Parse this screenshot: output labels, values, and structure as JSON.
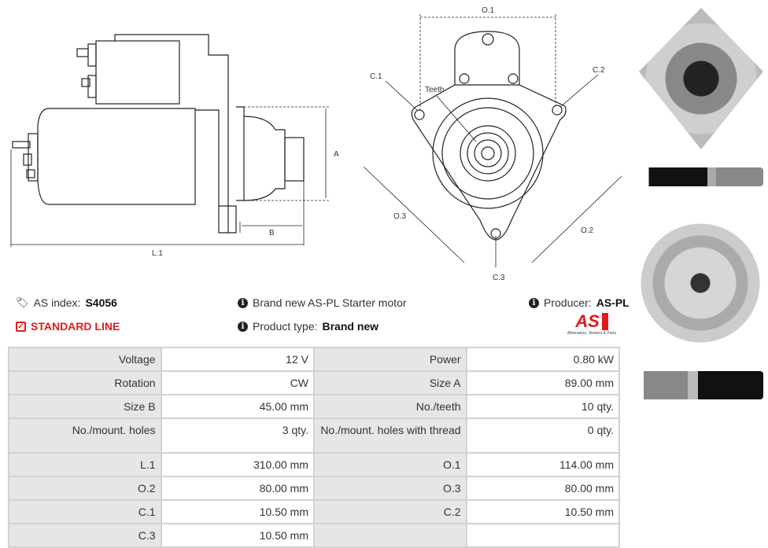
{
  "drawing": {
    "side_labels": {
      "A": "A",
      "B": "B",
      "L1": "L.1"
    },
    "front_labels": {
      "O1": "O.1",
      "O2": "O.2",
      "O3": "O.3",
      "C1": "C.1",
      "C2": "C.2",
      "C3": "C.3",
      "teeth": "Teeth"
    }
  },
  "info": {
    "index_label": "AS index:",
    "index_value": "S4056",
    "line": "STANDARD LINE",
    "description": "Brand new AS-PL Starter motor",
    "type_label": "Product type:",
    "type_value": "Brand new",
    "producer_label": "Producer:",
    "producer_value": "AS-PL",
    "logo_text": "AS",
    "logo_tagline": "Alternators, Starters & Parts"
  },
  "colors": {
    "accent": "#e3191b",
    "label_bg": "#e6e6e6"
  },
  "specs": [
    [
      {
        "l": "Voltage",
        "v": "12 V"
      },
      {
        "l": "Power",
        "v": "0.80 kW"
      }
    ],
    [
      {
        "l": "Rotation",
        "v": "CW"
      },
      {
        "l": "Size A",
        "v": "89.00 mm"
      }
    ],
    [
      {
        "l": "Size B",
        "v": "45.00 mm"
      },
      {
        "l": "No./teeth",
        "v": "10 qty."
      }
    ],
    [
      {
        "l": "No./mount. holes",
        "v": "3 qty."
      },
      {
        "l": "No./mount. holes with thread",
        "v": "0 qty."
      }
    ],
    [
      {
        "l": "L.1",
        "v": "310.00 mm"
      },
      {
        "l": "O.1",
        "v": "114.00 mm"
      }
    ],
    [
      {
        "l": "O.2",
        "v": "80.00 mm"
      },
      {
        "l": "O.3",
        "v": "80.00 mm"
      }
    ],
    [
      {
        "l": "C.1",
        "v": "10.50 mm"
      },
      {
        "l": "C.2",
        "v": "10.50 mm"
      }
    ],
    [
      {
        "l": "C.3",
        "v": "10.50 mm"
      },
      {
        "l": "",
        "v": ""
      }
    ]
  ]
}
